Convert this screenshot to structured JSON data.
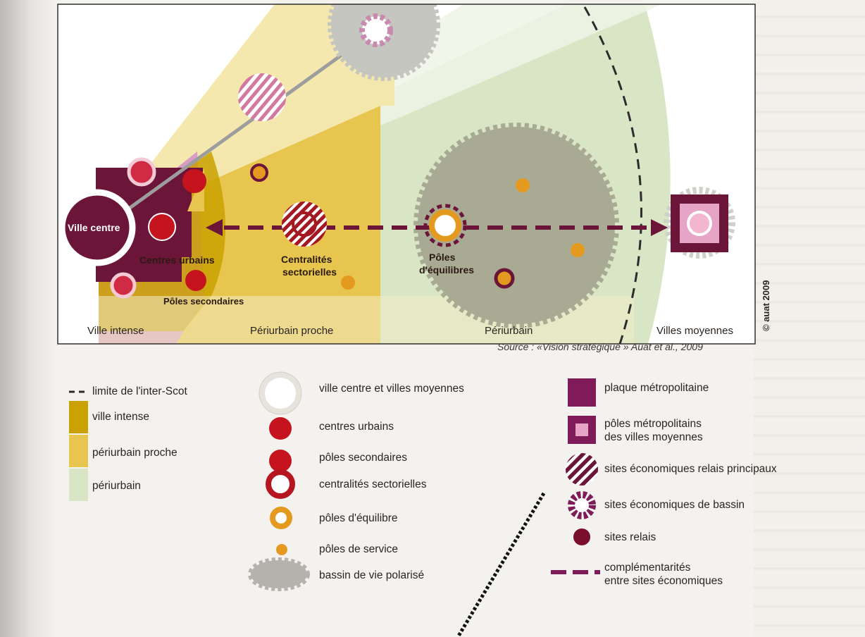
{
  "diagram": {
    "labels": {
      "ville_centre": "Ville centre",
      "centres_urbains": "Centres urbains",
      "poles_secondaires": "Pôles secondaires",
      "centralites_line1": "Centralités",
      "centralites_line2": "sectorielles",
      "poles_eq_line1": "Pôles",
      "poles_eq_line2": "d'équilibres"
    },
    "zones": {
      "ville_intense": "Ville intense",
      "periurbain_proche": "Périurbain proche",
      "periurbain": "Périurbain",
      "villes_moyennes": "Villes moyennes"
    },
    "copyright": "© auat 2009",
    "source": "Source : «Vision stratégique » Auat et al., 2009"
  },
  "legend": {
    "col1": [
      {
        "label": "limite de l'inter-Scot",
        "icon": "dashed-line-icon"
      },
      {
        "label": "ville intense",
        "color": "#c9a100"
      },
      {
        "label": "périurbain proche",
        "color": "#e8c54f"
      },
      {
        "label": "périurbain",
        "color": "#d8e6c6"
      }
    ],
    "col2": [
      {
        "label": "ville centre et villes moyennes",
        "icon": "white-ring-icon"
      },
      {
        "label": "centres urbains",
        "icon": "red-dot-icon"
      },
      {
        "label": "pôles secondaires",
        "icon": "red-dot-icon"
      },
      {
        "label": "centralités sectorielles",
        "icon": "red-ring-icon"
      },
      {
        "label": "pôles d'équilibre",
        "icon": "orange-ring-icon"
      },
      {
        "label": "pôles de service",
        "icon": "orange-dot-icon"
      },
      {
        "label": "bassin de vie polarisé",
        "icon": "grey-cog-icon"
      }
    ],
    "col3": [
      {
        "label": "plaque métropolitaine",
        "icon": "purple-square-icon"
      },
      {
        "label_line1": "pôles métropolitains",
        "label_line2": "des villes moyennes",
        "icon": "framed-square-icon"
      },
      {
        "label": "sites économiques relais principaux",
        "icon": "hatched-disc-icon"
      },
      {
        "label": "sites économiques de bassin",
        "icon": "dashed-ring-icon"
      },
      {
        "label": "sites relais",
        "icon": "maroon-dot-icon"
      },
      {
        "label_line1": "complémentarités",
        "label_line2": "entre sites économiques",
        "icon": "dashed-arrow-icon"
      }
    ]
  },
  "colors": {
    "maroon": "#6b1538",
    "red": "#c5141e",
    "orange": "#e49a1f",
    "pink": "#d99cc4",
    "ville_intense": "#c9a100",
    "periurbain_proche": "#e8c54f",
    "periurbain": "#d8e6c6",
    "cog_grey": "#a9aa94"
  }
}
